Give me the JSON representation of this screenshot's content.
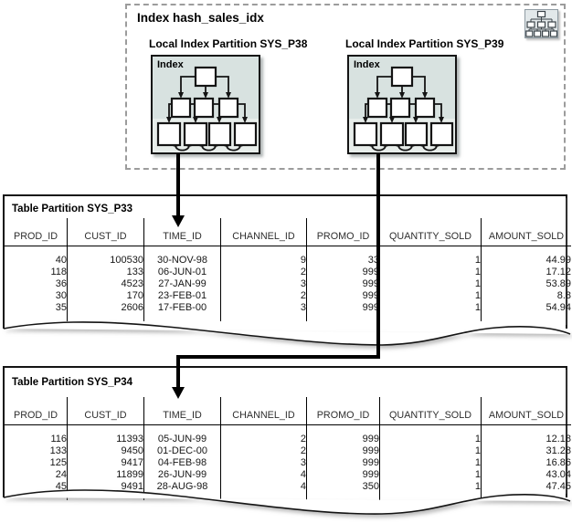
{
  "diagram": {
    "index_group": {
      "title": "Index hash_sales_idx",
      "icon": "btree-hierarchy-icon",
      "partitions": [
        {
          "label": "Local Index Partition SYS_P38",
          "inner_label": "Index"
        },
        {
          "label": "Local Index Partition SYS_P39",
          "inner_label": "Index"
        }
      ]
    },
    "tables": [
      {
        "title": "Table Partition SYS_P33",
        "columns": [
          "PROD_ID",
          "CUST_ID",
          "TIME_ID",
          "CHANNEL_ID",
          "PROMO_ID",
          "QUANTITY_SOLD",
          "AMOUNT_SOLD"
        ],
        "highlight_column": "TIME_ID",
        "rows": [
          [
            "40",
            "100530",
            "30-NOV-98",
            "9",
            "33",
            "1",
            "44.99"
          ],
          [
            "118",
            "133",
            "06-JUN-01",
            "2",
            "999",
            "1",
            "17.12"
          ],
          [
            "36",
            "4523",
            "27-JAN-99",
            "3",
            "999",
            "1",
            "53.89"
          ],
          [
            "30",
            "170",
            "23-FEB-01",
            "2",
            "999",
            "1",
            "8.8"
          ],
          [
            "35",
            "2606",
            "17-FEB-00",
            "3",
            "999",
            "1",
            "54.94"
          ]
        ]
      },
      {
        "title": "Table Partition SYS_P34",
        "columns": [
          "PROD_ID",
          "CUST_ID",
          "TIME_ID",
          "CHANNEL_ID",
          "PROMO_ID",
          "QUANTITY_SOLD",
          "AMOUNT_SOLD"
        ],
        "highlight_column": "TIME_ID",
        "rows": [
          [
            "116",
            "11393",
            "05-JUN-99",
            "2",
            "999",
            "1",
            "12.18"
          ],
          [
            "133",
            "9450",
            "01-DEC-00",
            "2",
            "999",
            "1",
            "31.28"
          ],
          [
            "125",
            "9417",
            "04-FEB-98",
            "3",
            "999",
            "1",
            "16.86"
          ],
          [
            "24",
            "11899",
            "26-JUN-99",
            "4",
            "999",
            "1",
            "43.04"
          ],
          [
            "45",
            "9491",
            "28-AUG-98",
            "4",
            "350",
            "1",
            "47.45"
          ]
        ]
      }
    ],
    "colors": {
      "highlight": "#2f9577",
      "panel_fill_top": "#d8e2e0",
      "panel_fill_bottom": "#e7edea"
    }
  }
}
